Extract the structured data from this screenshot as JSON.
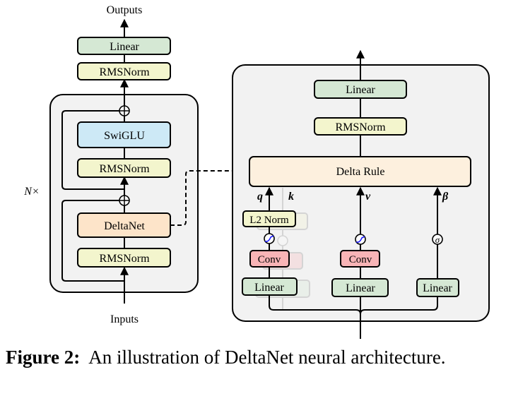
{
  "figure": {
    "left": {
      "outputs_label": "Outputs",
      "inputs_label": "Inputs",
      "repeat_label": "N×",
      "blocks": {
        "linear": "Linear",
        "rmsnorm_top": "RMSNorm",
        "swiglu": "SwiGLU",
        "rmsnorm_mid": "RMSNorm",
        "deltanet": "DeltaNet",
        "rmsnorm_bottom": "RMSNorm"
      }
    },
    "right": {
      "blocks": {
        "linear_out": "Linear",
        "rmsnorm": "RMSNorm",
        "delta_rule": "Delta Rule",
        "l2norm": "L2 Norm",
        "conv_q": "Conv",
        "linear_q": "Linear",
        "conv_v": "Conv",
        "linear_v": "Linear",
        "linear_beta": "Linear",
        "sigma": "σ"
      },
      "labels": {
        "q": "q",
        "k": "k",
        "v": "v",
        "beta": "β"
      }
    },
    "colors": {
      "linear": "#d5e8d4",
      "norm": "#f3f5cd",
      "swiglu": "#cde9f6",
      "deltanet": "#fde4c9",
      "delta_rule": "#fdf0de",
      "conv": "#f8b4b6",
      "panel": "#f2f2f2",
      "activation": "#1a1aff"
    }
  },
  "caption": {
    "label": "Figure 2:",
    "text": "An illustration of DeltaNet neural architecture."
  }
}
